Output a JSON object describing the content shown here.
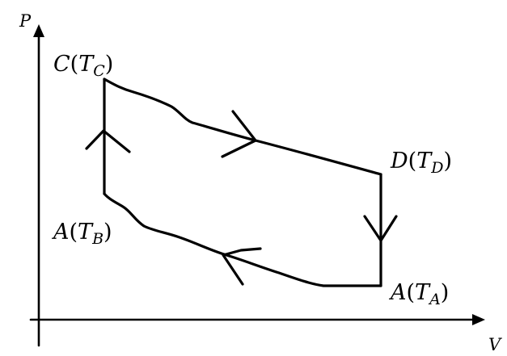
{
  "axes": {
    "y_label": "P",
    "x_label": "V"
  },
  "points": {
    "C": {
      "name": "C",
      "open": "(",
      "temp": "T",
      "sub": "C",
      "close": ")"
    },
    "D": {
      "name": "D",
      "open": "(",
      "temp": "T",
      "sub": "D",
      "close": ")"
    },
    "A_top": {
      "name": "A",
      "open": "(",
      "temp": "T",
      "sub": "B",
      "close": ")"
    },
    "A_bottom": {
      "name": "A",
      "open": "(",
      "temp": "T",
      "sub": "A",
      "close": ")"
    }
  },
  "colors": {
    "ink": "#000000",
    "background": "#ffffff"
  }
}
